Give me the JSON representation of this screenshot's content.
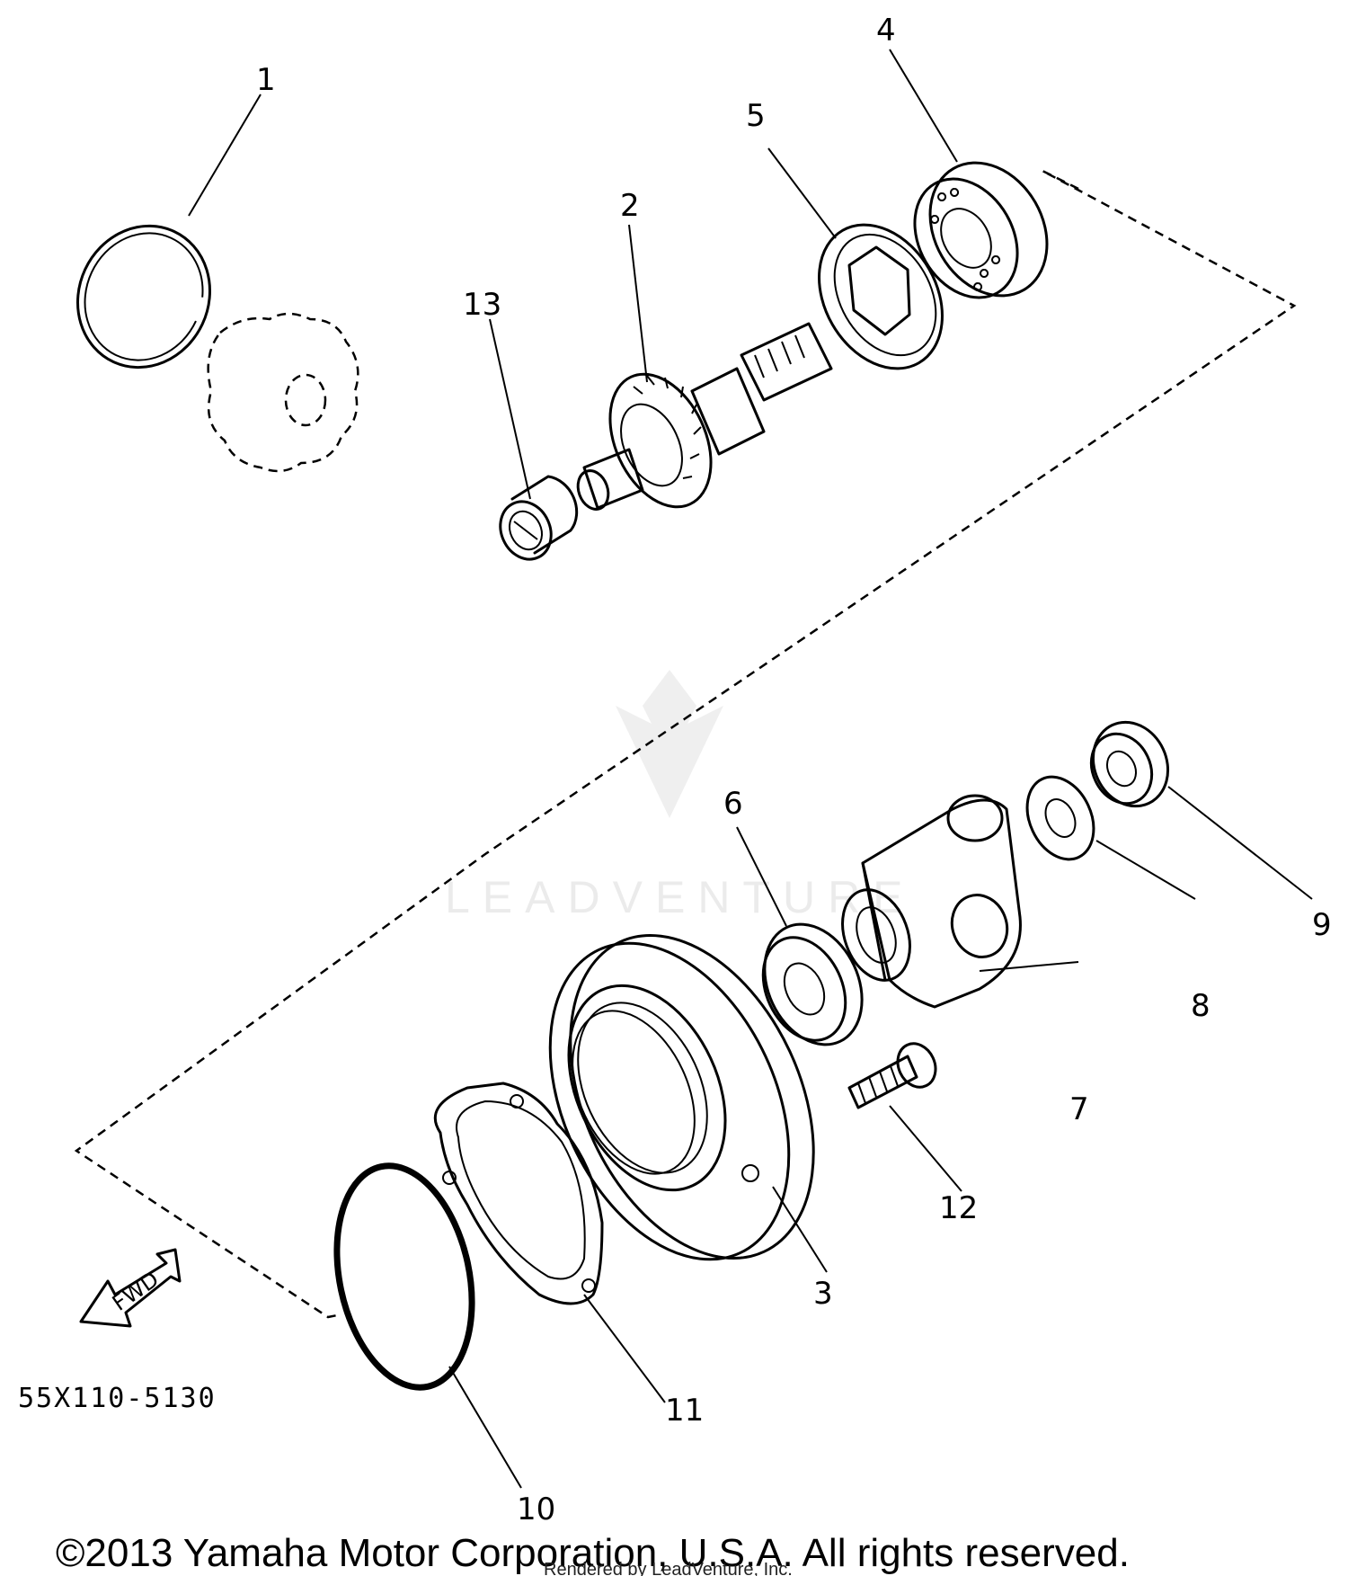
{
  "callouts": {
    "c1": "1",
    "c2": "2",
    "c3": "3",
    "c4": "4",
    "c5": "5",
    "c6": "6",
    "c7": "7",
    "c8": "8",
    "c9": "9",
    "c10": "10",
    "c11": "11",
    "c12": "12",
    "c13": "13"
  },
  "fwd_label": "FWD",
  "diagram_code": "55X110-5130",
  "copyright": "©2013 Yamaha Motor Corporation, U.S.A. All rights reserved.",
  "rendered_by": "Rendered by LeadVenture, Inc.",
  "watermark": "LEADVENTURE",
  "colors": {
    "ink": "#000000",
    "background": "#ffffff",
    "watermark": "#dcdcdc"
  }
}
